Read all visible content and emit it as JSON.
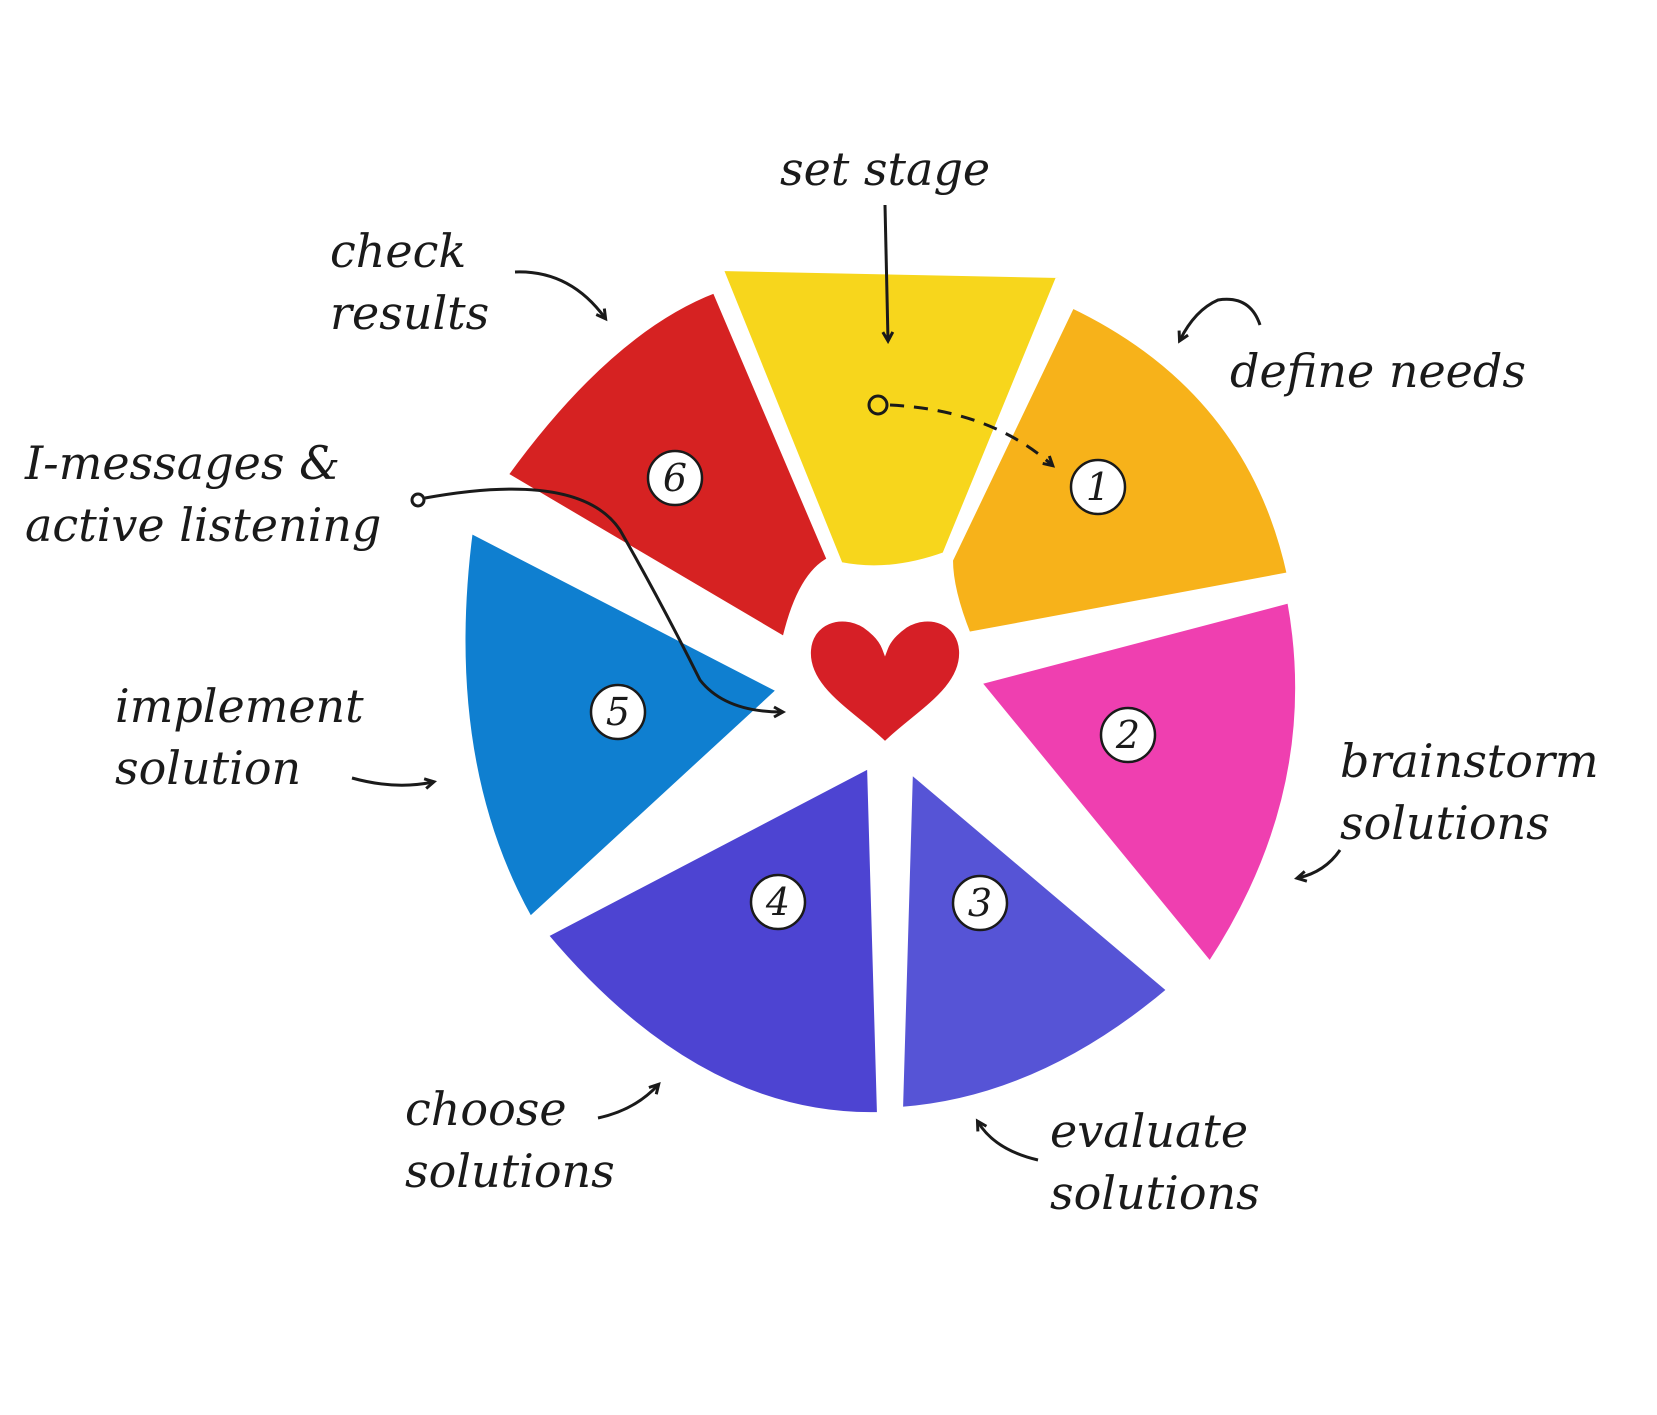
{
  "steps": [
    {
      "number": "1",
      "label_lines": [
        "define needs"
      ],
      "color": "#f7b21a"
    },
    {
      "number": "2",
      "label_lines": [
        "brainstorm",
        "solutions"
      ],
      "color": "#ef3fb0"
    },
    {
      "number": "3",
      "label_lines": [
        "evaluate",
        "solutions"
      ],
      "color": "#5654d6"
    },
    {
      "number": "4",
      "label_lines": [
        "choose",
        "solutions"
      ],
      "color": "#4d44d2"
    },
    {
      "number": "5",
      "label_lines": [
        "implement",
        "solution"
      ],
      "color": "#0f7fd0"
    },
    {
      "number": "6",
      "label_lines": [
        "check",
        "results"
      ],
      "color": "#d62222"
    }
  ],
  "set_stage": {
    "label": "set stage",
    "color": "#f7d61c"
  },
  "center": {
    "label_lines": [
      "I-messages &",
      "active listening"
    ],
    "heart_color": "#d61f26"
  },
  "colors": {
    "ink": "#1a1a1a",
    "background": "#ffffff"
  }
}
